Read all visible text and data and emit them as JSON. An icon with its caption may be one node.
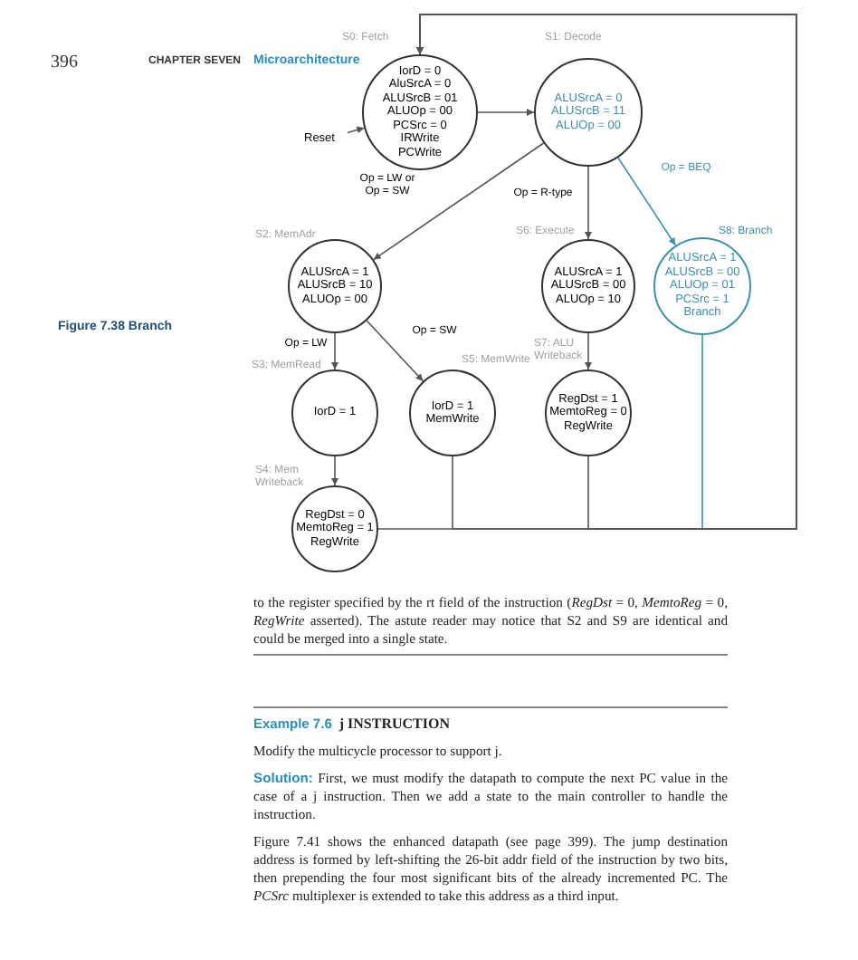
{
  "diagram": {
    "caption": "Figure 7.38 Branch",
    "nodes": [
      {
        "text": [
          "S0: Fetch",
          "IorD = 0",
          "AluSrcA = 0",
          "ALUSrcB = 01",
          "ALUOp = 00",
          "PCSrc = 0",
          "IRWrite",
          "PCWrite"
        ]
      },
      {
        "text": [
          "Reset"
        ]
      },
      {
        "text": [
          "S1: Decode",
          "ALUSrcA = 0",
          "ALUSrcB = 11",
          "ALUOp = 00"
        ]
      },
      {
        "text": [
          "S2: MemAdr",
          "ALUSrcA = 1",
          "ALUSrcB = 10",
          "ALUOp = 00"
        ]
      },
      {
        "text": [
          "S6: Execute",
          "ALUSrcA = 1",
          "ALUSrcB = 00",
          "ALUOp = 10"
        ]
      },
      {
        "text": [
          "S8: Branch",
          "ALUSrcA = 1",
          "ALUSrcB = 00",
          "ALUOp = 01",
          "PCSrc = 1",
          "Branch"
        ]
      },
      {
        "text": [
          "S3: MemRead",
          "IorD = 1"
        ]
      },
      {
        "text": [
          "S5: MemWrite",
          "IorD = 1",
          "MemWrite"
        ]
      },
      {
        "text": [
          "S7: ALU Writeback",
          "RegDst = 1",
          "MemtoReg = 0",
          "RegWrite"
        ]
      },
      {
        "text": [
          "S4: Mem Writeback",
          "RegDst = 0",
          "MemtoReg = 1",
          "RegWrite"
        ]
      }
    ],
    "edges": [
      {
        "from": 1,
        "to": 0,
        "arrow": "to"
      },
      {
        "from": 0,
        "to": 2,
        "arrow": "to"
      },
      {
        "from": 2,
        "to": 3,
        "arrow": "to",
        "label": "Op = LW or Op = SW"
      },
      {
        "from": 2,
        "to": 4,
        "arrow": "to",
        "label": "Op = R-type"
      },
      {
        "from": 2,
        "to": 5,
        "arrow": "to",
        "label": "Op = BEQ",
        "color": "#3f8fa8"
      },
      {
        "from": 3,
        "to": 6,
        "arrow": "to",
        "label": "Op = LW"
      },
      {
        "from": 3,
        "to": 7,
        "arrow": "to",
        "label": "Op = SW"
      },
      {
        "from": 4,
        "to": 8,
        "arrow": "to"
      },
      {
        "from": 6,
        "to": 9,
        "arrow": "to"
      },
      {
        "from": 9,
        "to": 0,
        "arrow": "to"
      },
      {
        "from": 7,
        "to": 0,
        "arrow": "to"
      },
      {
        "from": 8,
        "to": 0,
        "arrow": "to"
      },
      {
        "from": 5,
        "to": 0,
        "arrow": "to",
        "color": "#3f8fa8"
      }
    ],
    "labels": [
      "396",
      "CHAPTER SEVEN",
      "Microarchitecture",
      "to the register specified by the rt field of the instruction (*RegDst* = 0, *MemtoReg* = 0, *RegWrite* asserted). The astute reader may notice that S2 and S9 are identical and could be merged into a single state.",
      "Example 7.6",
      "j INSTRUCTION",
      "Modify the multicycle processor to support j.",
      "Solution:",
      "First, we must modify the datapath to compute the next PC value in the case of a j instruction. Then we add a state to the main controller to handle the instruction.",
      "Figure 7.41 shows the enhanced datapath (see page 399). The jump destination address is formed by left-shifting the 26-bit addr field of the instruction by two bits, then prepending the four most significant bits of the already incremented PC. The *PCSrc* multiplexer is extended to take this address as a third input."
    ]
  }
}
